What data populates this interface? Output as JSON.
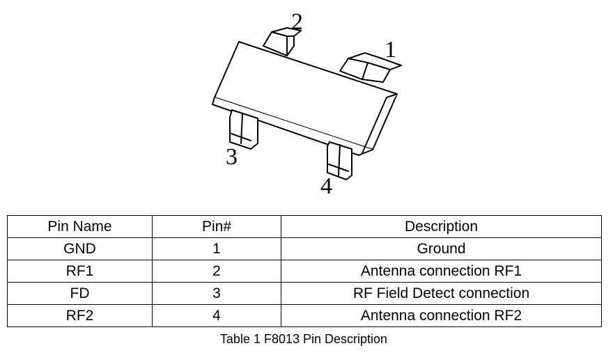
{
  "diagram": {
    "pin_labels": [
      "1",
      "2",
      "3",
      "4"
    ]
  },
  "table": {
    "headers": [
      "Pin Name",
      "Pin#",
      "Description"
    ],
    "rows": [
      [
        "GND",
        "1",
        "Ground"
      ],
      [
        "RF1",
        "2",
        "Antenna connection RF1"
      ],
      [
        "FD",
        "3",
        "RF Field Detect connection"
      ],
      [
        "RF2",
        "4",
        "Antenna connection RF2"
      ]
    ]
  },
  "caption": "Table 1 F8013 Pin Description"
}
